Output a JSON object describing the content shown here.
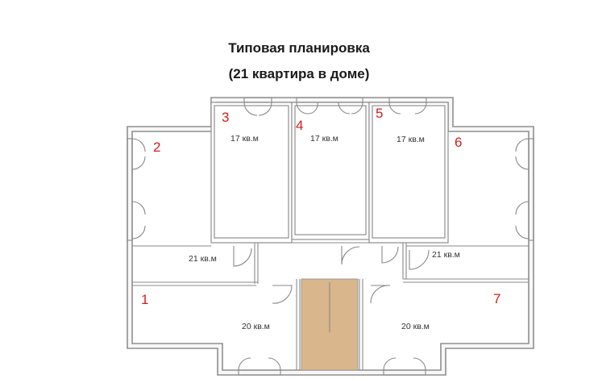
{
  "title_line1": "Типовая планировка",
  "title_line2": "(21 квартира в доме)",
  "apartments": [
    {
      "id": "1",
      "area": "20 кв.м"
    },
    {
      "id": "2",
      "area": "21 кв.м"
    },
    {
      "id": "3",
      "area": "17 кв.м"
    },
    {
      "id": "4",
      "area": "17 кв.м"
    },
    {
      "id": "5",
      "area": "17 кв.м"
    },
    {
      "id": "6",
      "area": "21 кв.м"
    },
    {
      "id": "7",
      "area": "20 кв.м"
    }
  ],
  "colors": {
    "number": "#d11f1f",
    "walls": "#8f8f8f",
    "stair": "#d9b68b"
  }
}
